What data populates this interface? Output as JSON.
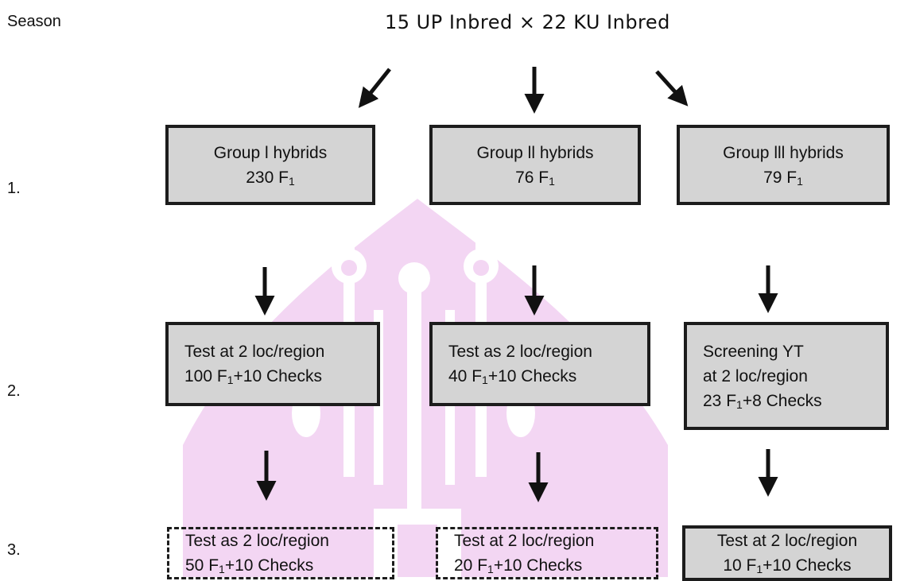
{
  "season_label": "Season",
  "title": "15 UP Inbred × 22 KU Inbred",
  "rows": [
    "1.",
    "2.",
    "3."
  ],
  "boxes": {
    "g1": {
      "lines": [
        {
          "text": "Group l hybrids"
        },
        {
          "pre": "230 F",
          "sub": "1",
          "post": ""
        }
      ]
    },
    "g2": {
      "lines": [
        {
          "text": "Group ll hybrids"
        },
        {
          "pre": "76 F",
          "sub": "1",
          "post": ""
        }
      ]
    },
    "g3": {
      "lines": [
        {
          "text": "Group lll hybrids"
        },
        {
          "pre": "79 F",
          "sub": "1",
          "post": ""
        }
      ]
    },
    "t1": {
      "lines": [
        {
          "text": "Test at 2 loc/region"
        },
        {
          "pre": "100 F",
          "sub": "1",
          "post": "+10 Checks"
        }
      ]
    },
    "t2": {
      "lines": [
        {
          "text": "Test as 2 loc/region"
        },
        {
          "pre": "40 F",
          "sub": "1",
          "post": "+10 Checks"
        }
      ]
    },
    "t3": {
      "lines": [
        {
          "text": "Screening YT"
        },
        {
          "text": "at 2 loc/region"
        },
        {
          "pre": "23 F",
          "sub": "1",
          "post": "+8 Checks"
        }
      ]
    },
    "f1": {
      "lines": [
        {
          "text": "Test as 2 loc/region"
        },
        {
          "pre": "50 F",
          "sub": "1",
          "post": "+10 Checks"
        }
      ]
    },
    "f2": {
      "lines": [
        {
          "text": "Test at 2 loc/region"
        },
        {
          "pre": "20 F",
          "sub": "1",
          "post": "+10 Checks"
        }
      ]
    },
    "f3": {
      "lines": [
        {
          "text": "Test at 2 loc/region"
        },
        {
          "pre": "10 F",
          "sub": "1",
          "post": "+10 Checks"
        }
      ]
    }
  },
  "colors": {
    "box_fill": "#d4d4d4",
    "border": "#1c1c1c",
    "arrow": "#111111",
    "watermark": "#f3d6f3"
  }
}
